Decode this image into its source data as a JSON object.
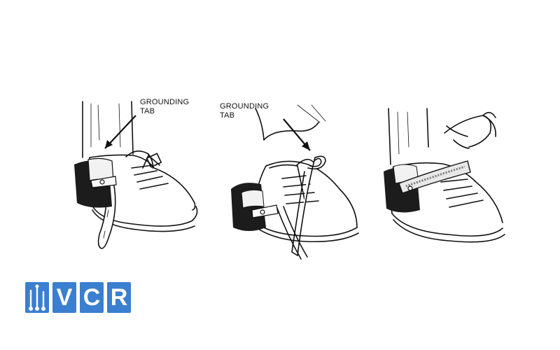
{
  "callouts": [
    {
      "line1": "GROUNDING",
      "line2": "TAB"
    },
    {
      "line1": "GROUNDING",
      "line2": "TAB"
    }
  ],
  "logo": {
    "letters": [
      "V",
      "C",
      "R"
    ],
    "icon": "test-tube-icon",
    "color": "#3a7fd0"
  },
  "colors": {
    "strap": "#1c1c1c",
    "line": "#111111"
  }
}
